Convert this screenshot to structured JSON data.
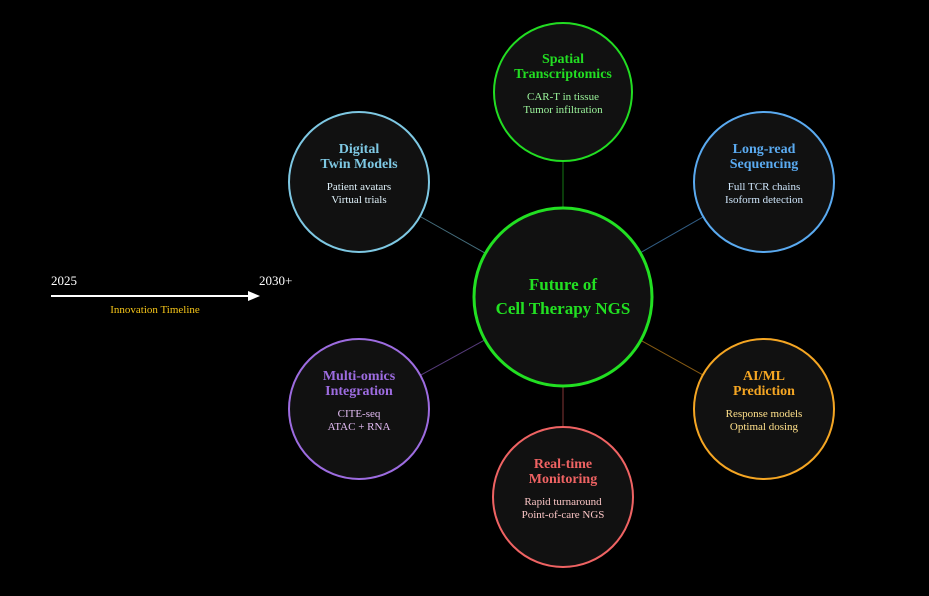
{
  "center": {
    "title_lines": [
      "Future of",
      "Cell Therapy NGS"
    ],
    "color": "#22e022"
  },
  "nodes": [
    {
      "id": "spatial",
      "title_lines": [
        "Spatial",
        "Transcriptomics"
      ],
      "detail_lines": [
        "CAR-T in tissue",
        "Tumor infiltration"
      ],
      "color": "#22dd22",
      "detail_color": "#9cf59c"
    },
    {
      "id": "longread",
      "title_lines": [
        "Long-read",
        "Sequencing"
      ],
      "detail_lines": [
        "Full TCR chains",
        "Isoform detection"
      ],
      "color": "#5aaaf0",
      "detail_color": "#cfe6fb"
    },
    {
      "id": "aiml",
      "title_lines": [
        "AI/ML",
        "Prediction"
      ],
      "detail_lines": [
        "Response models",
        "Optimal dosing"
      ],
      "color": "#f5a623",
      "detail_color": "#ffe08a"
    },
    {
      "id": "realtime",
      "title_lines": [
        "Real-time",
        "Monitoring"
      ],
      "detail_lines": [
        "Rapid turnaround",
        "Point-of-care NGS"
      ],
      "color": "#ef6363",
      "detail_color": "#f9c4c4"
    },
    {
      "id": "multiomics",
      "title_lines": [
        "Multi-omics",
        "Integration"
      ],
      "detail_lines": [
        "CITE-seq",
        "ATAC + RNA"
      ],
      "color": "#9d6ce0",
      "detail_color": "#e4bdf5"
    },
    {
      "id": "digitaltwin",
      "title_lines": [
        "Digital",
        "Twin Models"
      ],
      "detail_lines": [
        "Patient avatars",
        "Virtual trials"
      ],
      "color": "#7ec8e3",
      "detail_color": "#dff1f9"
    }
  ],
  "timeline": {
    "start_label": "2025",
    "end_label": "2030+",
    "caption": "Innovation Timeline",
    "caption_color": "#f5c518"
  },
  "colors": {
    "background": "#000000",
    "node_fill": "#111111",
    "label_white": "#ffffff"
  }
}
